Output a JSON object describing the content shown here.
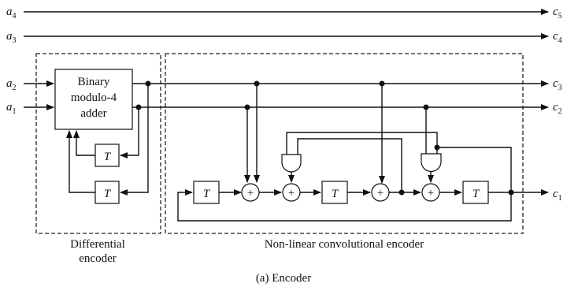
{
  "inputs": {
    "a4": "a",
    "a4_sub": "4",
    "a3": "a",
    "a3_sub": "3",
    "a2": "a",
    "a2_sub": "2",
    "a1": "a",
    "a1_sub": "1"
  },
  "outputs": {
    "c5": "c",
    "c5_sub": "5",
    "c4": "c",
    "c4_sub": "4",
    "c3": "c",
    "c3_sub": "3",
    "c2": "c",
    "c2_sub": "2",
    "c1": "c",
    "c1_sub": "1"
  },
  "adder": {
    "line1": "Binary",
    "line2": "modulo-4",
    "line3": "adder"
  },
  "delay_label": "T",
  "plus_symbol": "+",
  "captions": {
    "differential_line1": "Differential",
    "differential_line2": "encoder",
    "nonlinear": "Non-linear convolutional encoder",
    "figure": "(a) Encoder"
  }
}
